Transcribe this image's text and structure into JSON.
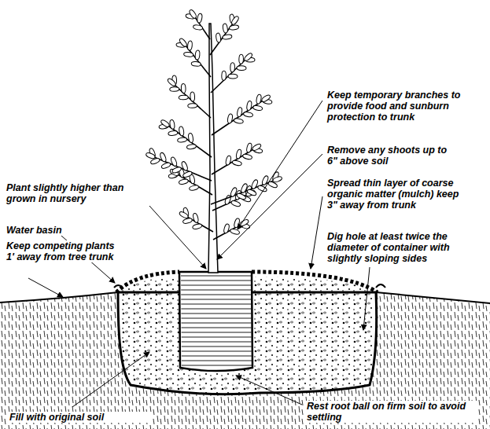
{
  "diagram": {
    "labels": [
      "Keep temporary branches to provide food and sunburn protection to trunk",
      "Remove any shoots up to 6\" above soil",
      "Plant slightly higher than grown in nursery",
      "Spread thin layer of coarse organic matter (mulch) keep 3\" away from trunk",
      "Water basin",
      "Keep competing plants 1' away from tree trunk",
      "Dig hole at least twice the diameter of container with slightly sloping sides",
      "Fill with original soil",
      "Rest root ball on firm soil to avoid settling"
    ]
  }
}
